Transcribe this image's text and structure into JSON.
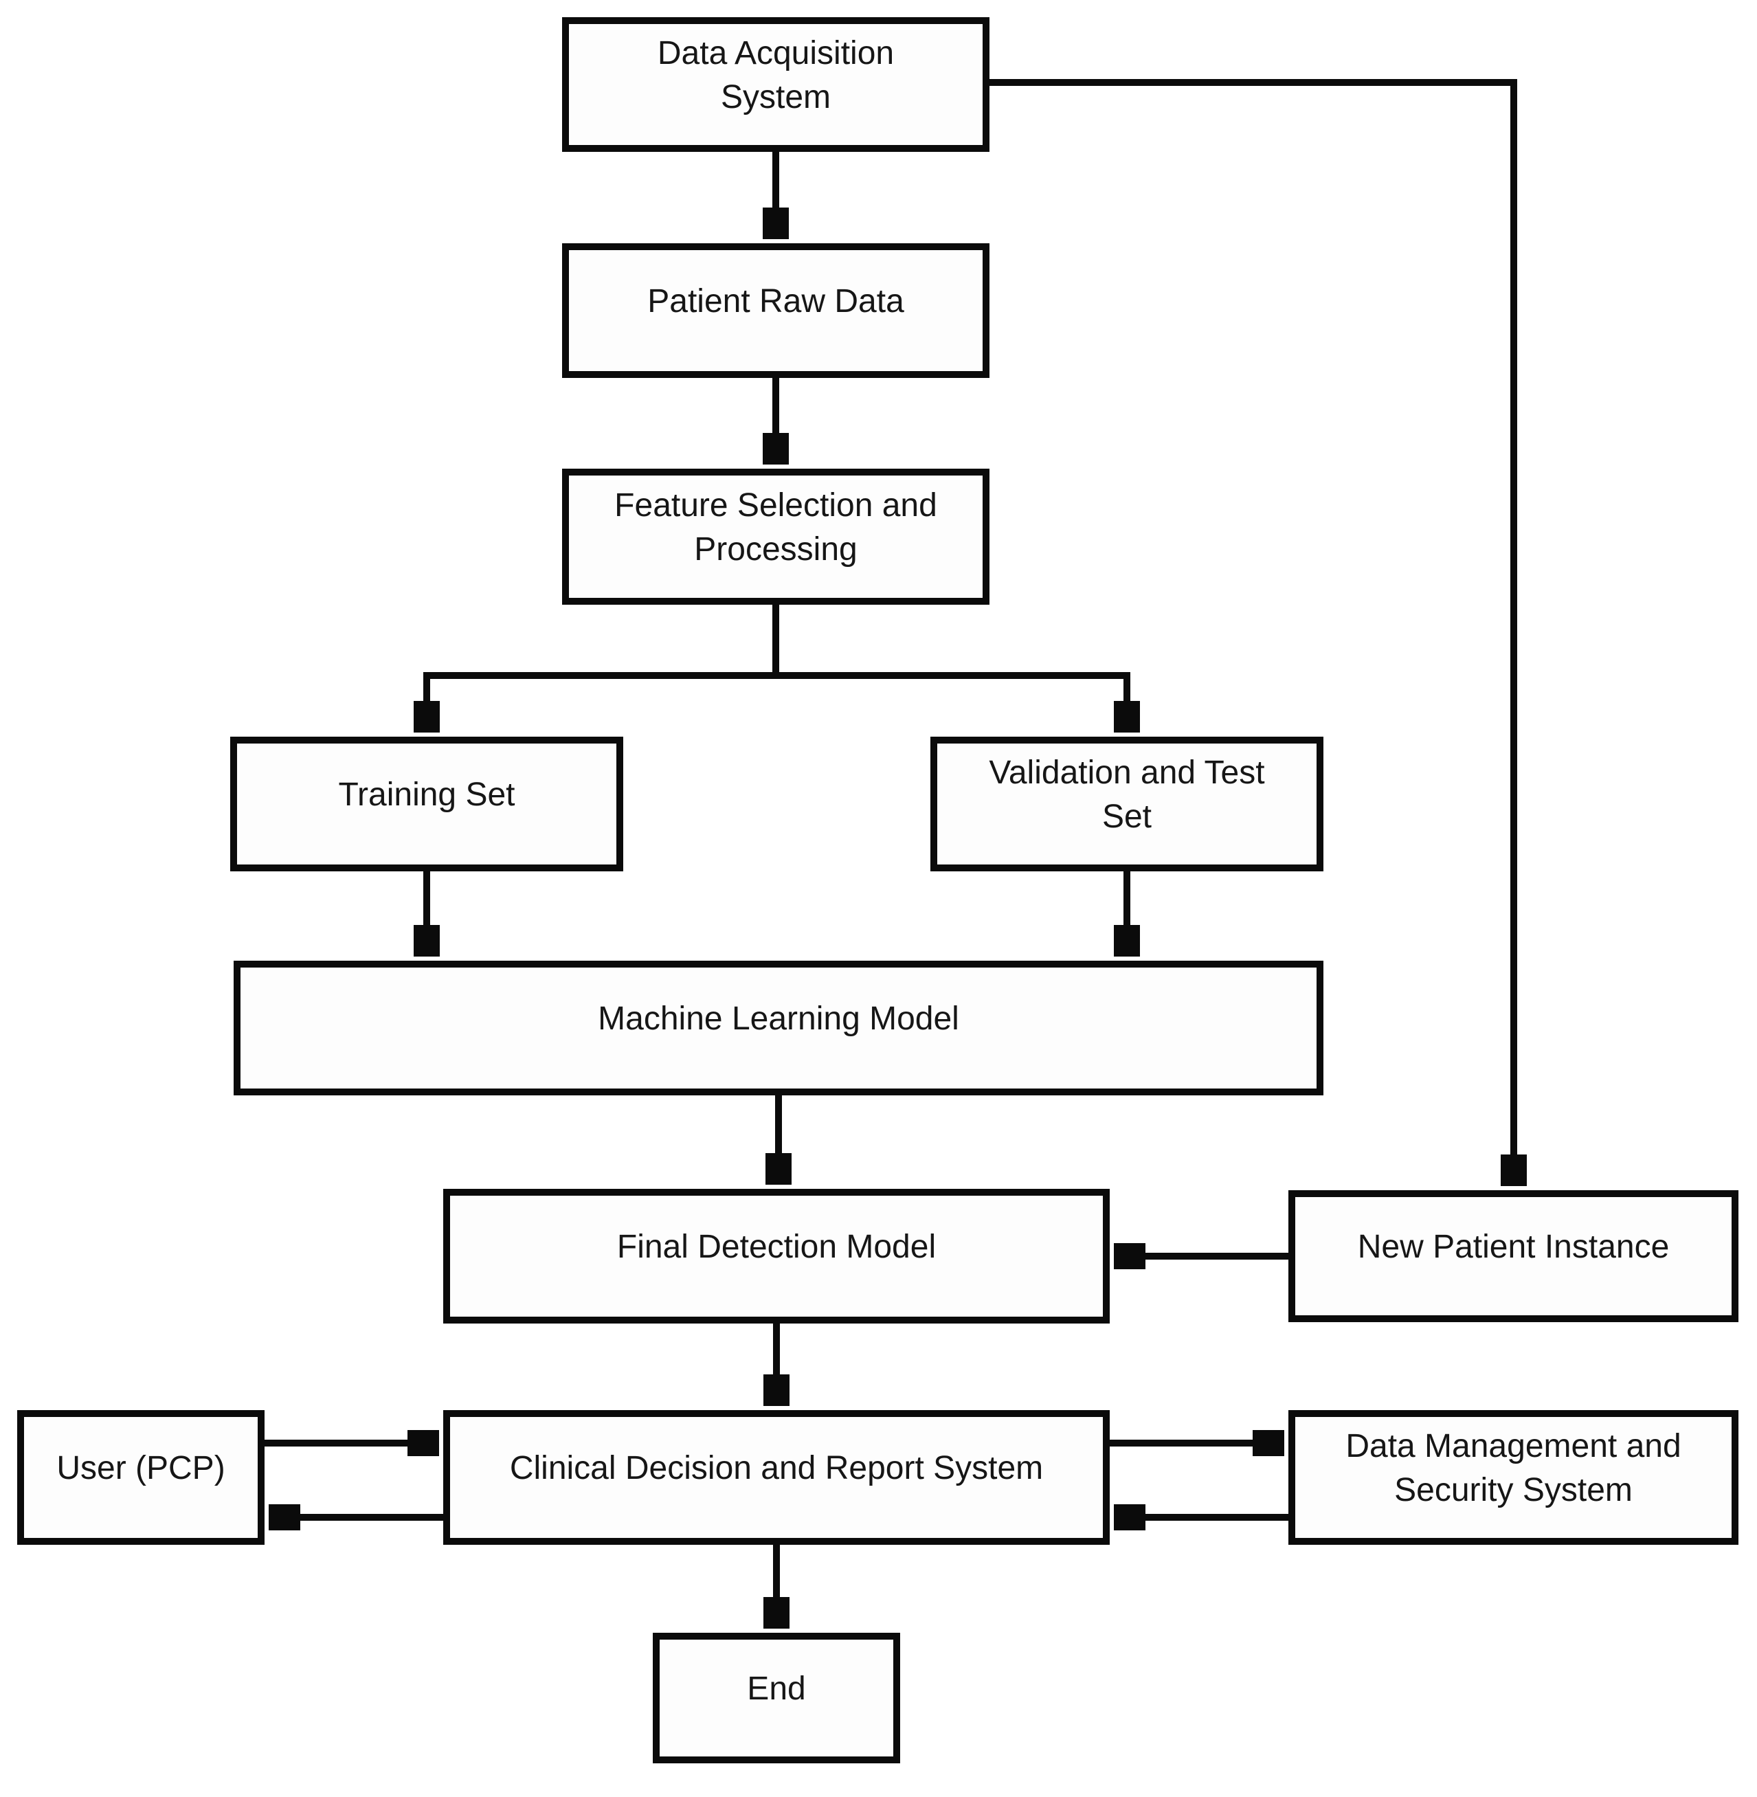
{
  "diagram": {
    "type": "flowchart",
    "background_color": "#ffffff",
    "line_color": "#0b0b0b",
    "text_color": "#161616",
    "nodes": {
      "data_acquisition": {
        "label": "Data Acquisition System"
      },
      "patient_raw_data": {
        "label": "Patient Raw Data"
      },
      "feature_selection": {
        "label": "Feature Selection and Processing"
      },
      "training_set": {
        "label": "Training Set"
      },
      "validation_test_set": {
        "label": "Validation and Test Set"
      },
      "ml_model": {
        "label": "Machine Learning Model"
      },
      "final_detection_model": {
        "label": "Final Detection Model"
      },
      "new_patient_instance": {
        "label": "New Patient Instance"
      },
      "user_pcp": {
        "label": "User (PCP)"
      },
      "clinical_decision": {
        "label": "Clinical Decision and Report System"
      },
      "data_management": {
        "label": "Data Management and Security System"
      },
      "end": {
        "label": "End"
      }
    },
    "edges": [
      {
        "from": "data_acquisition",
        "to": "patient_raw_data",
        "style": "arrow-down"
      },
      {
        "from": "data_acquisition",
        "to": "new_patient_instance",
        "style": "elbow-right-then-down-arrow"
      },
      {
        "from": "patient_raw_data",
        "to": "feature_selection",
        "style": "arrow-down"
      },
      {
        "from": "feature_selection",
        "to": "training_set",
        "style": "branch-down-arrow"
      },
      {
        "from": "feature_selection",
        "to": "validation_test_set",
        "style": "branch-down-arrow"
      },
      {
        "from": "training_set",
        "to": "ml_model",
        "style": "arrow-down"
      },
      {
        "from": "validation_test_set",
        "to": "ml_model",
        "style": "arrow-down"
      },
      {
        "from": "ml_model",
        "to": "final_detection_model",
        "style": "arrow-down"
      },
      {
        "from": "new_patient_instance",
        "to": "final_detection_model",
        "style": "arrow-left"
      },
      {
        "from": "final_detection_model",
        "to": "clinical_decision",
        "style": "arrow-down"
      },
      {
        "from": "user_pcp",
        "to": "clinical_decision",
        "style": "arrow-right"
      },
      {
        "from": "clinical_decision",
        "to": "user_pcp",
        "style": "arrow-left"
      },
      {
        "from": "clinical_decision",
        "to": "data_management",
        "style": "arrow-right"
      },
      {
        "from": "data_management",
        "to": "clinical_decision",
        "style": "arrow-left"
      },
      {
        "from": "clinical_decision",
        "to": "end",
        "style": "arrow-down"
      }
    ]
  }
}
